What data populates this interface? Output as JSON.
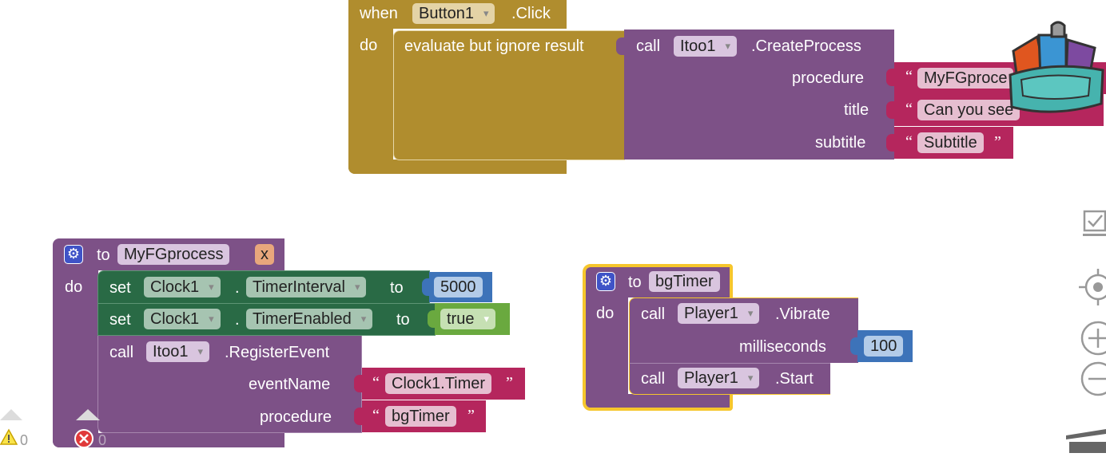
{
  "event_block": {
    "when_label": "when",
    "component": "Button1",
    "event": ".Click",
    "do_label": "do",
    "evaluate_label": "evaluate but ignore result",
    "call_label": "call",
    "call_component": "Itoo1",
    "call_method": ".CreateProcess",
    "param_procedure_label": "procedure",
    "param_procedure_value": "MyFGproce",
    "param_title_label": "title",
    "param_title_value": "Can you see",
    "param_subtitle_label": "subtitle",
    "param_subtitle_value": "Subtitle"
  },
  "proc_myfg": {
    "to_label": "to",
    "name": "MyFGprocess",
    "param": "x",
    "do_label": "do",
    "set1_label": "set",
    "set1_component": "Clock1",
    "set1_dot": ".",
    "set1_property": "TimerInterval",
    "set1_to": "to",
    "set1_value": "5000",
    "set2_label": "set",
    "set2_component": "Clock1",
    "set2_dot": ".",
    "set2_property": "TimerEnabled",
    "set2_to": "to",
    "set2_value": "true",
    "call_label": "call",
    "call_component": "Itoo1",
    "call_method": ".RegisterEvent",
    "eventname_label": "eventName",
    "eventname_value": "Clock1.Timer",
    "procedure_label": "procedure",
    "procedure_value": "bgTimer"
  },
  "proc_bgtimer": {
    "to_label": "to",
    "name": "bgTimer",
    "do_label": "do",
    "call1_label": "call",
    "call1_component": "Player1",
    "call1_method": ".Vibrate",
    "milliseconds_label": "milliseconds",
    "milliseconds_value": "100",
    "call2_label": "call",
    "call2_component": "Player1",
    "call2_method": ".Start"
  },
  "quotes": {
    "open": "“",
    "close": "”"
  },
  "status": {
    "warning_count": "0",
    "error_count": "0"
  },
  "colors": {
    "event": "#b08d2e",
    "procedure": "#7d5187",
    "setter": "#296a45",
    "text": "#b5265d",
    "math": "#3d73b9",
    "logic": "#6aa93f",
    "highlight": "#f6c62c"
  },
  "icons": [
    "backpack-icon",
    "gear-icon",
    "warning-icon",
    "error-icon",
    "checkbox-icon",
    "recenter-icon",
    "zoom-in-icon",
    "zoom-out-icon",
    "trash-icon"
  ]
}
